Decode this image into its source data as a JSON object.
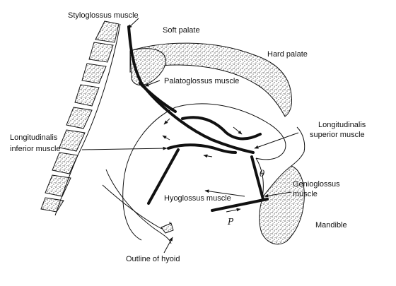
{
  "labels": {
    "styloglossus": "Styloglossus muscle",
    "soft_palate": "Soft palate",
    "hard_palate": "Hard palate",
    "palatoglossus": "Palatoglossus  muscle",
    "long_sup_1": "Longitudinalis",
    "long_sup_2": "superior muscle",
    "long_inf_1": "Longitudinalis",
    "long_inf_2": "inferior muscle",
    "hyoglossus": "Hyoglossus muscle",
    "genio_1": "Genioglossus",
    "genio_2": "muscle",
    "mandible": "Mandible",
    "hyoid": "Outline of hyoid",
    "theta": "θ",
    "p": "P"
  },
  "colors": {
    "ink": "#111111",
    "stipple": "#555555",
    "background": "#ffffff"
  }
}
